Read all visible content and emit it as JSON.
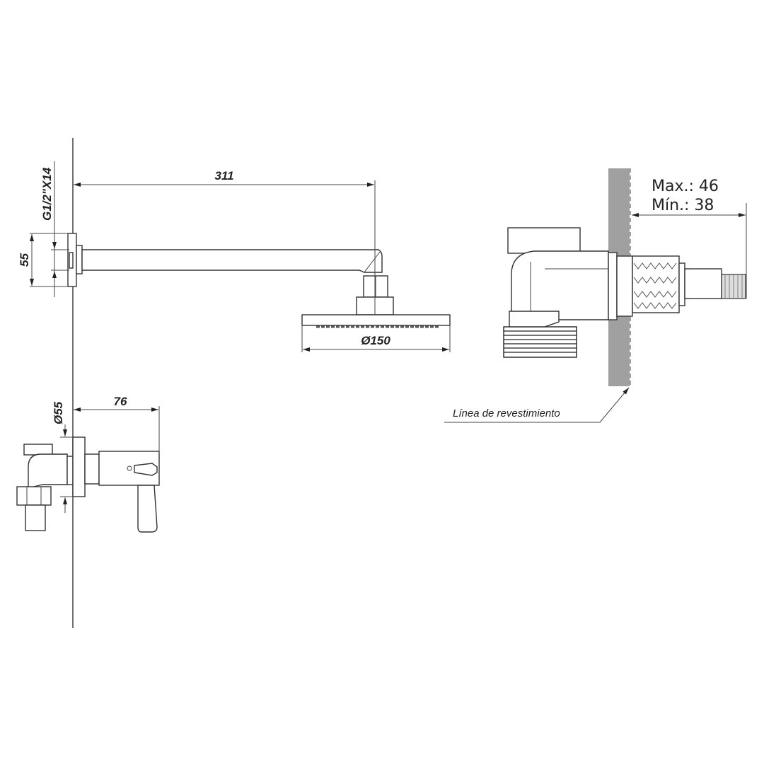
{
  "shower_arm": {
    "arm_length_label": "311",
    "thread_label": "G1/2\"X14",
    "flange_height_label": "55",
    "head_diameter_label": "Ø150"
  },
  "valve_front": {
    "flange_diameter_label": "Ø55",
    "depth_label": "76"
  },
  "valve_section": {
    "max_label": "Max.: 46",
    "min_label": "Mín.: 38",
    "finish_line_label": "Línea de revestimiento"
  },
  "colors": {
    "line": "#333333",
    "wall": "#a0a0a0"
  }
}
